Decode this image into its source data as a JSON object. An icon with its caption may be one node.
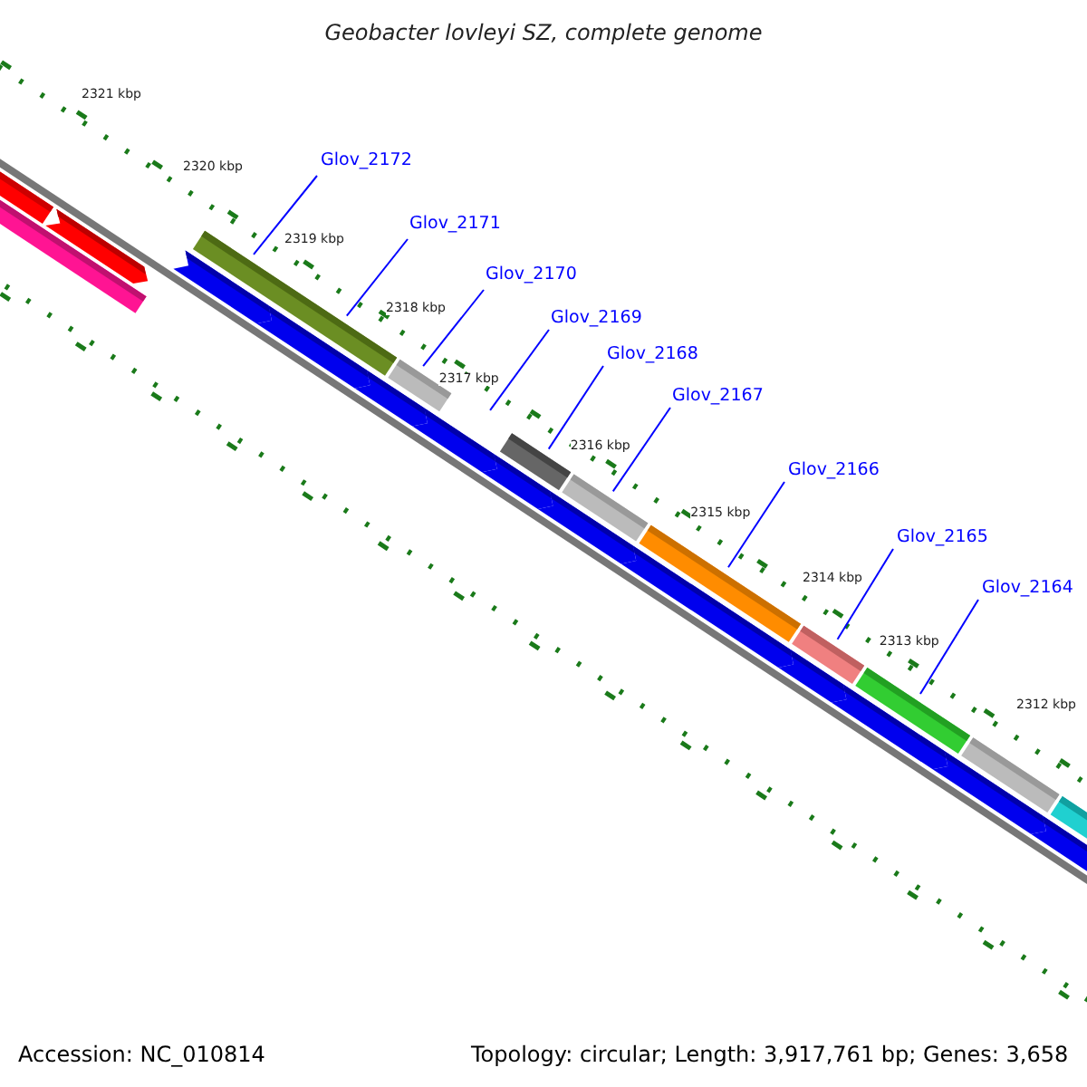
{
  "diagram": {
    "title": "Geobacter lovleyi SZ, complete genome",
    "nodes": [
      {
        "text": [
          "Glov_2172"
        ]
      },
      {
        "text": [
          "Glov_2171"
        ]
      },
      {
        "text": [
          "Glov_2170"
        ]
      },
      {
        "text": [
          "Glov_2169"
        ]
      },
      {
        "text": [
          "Glov_2168"
        ]
      },
      {
        "text": [
          "Glov_2167"
        ]
      },
      {
        "text": [
          "Glov_2166"
        ]
      },
      {
        "text": [
          "Glov_2165"
        ]
      },
      {
        "text": [
          "Glov_2164"
        ]
      }
    ],
    "edges": [
      {
        "from": 0,
        "to": null,
        "arrow": "none"
      },
      {
        "from": 1,
        "to": null,
        "arrow": "none"
      },
      {
        "from": 2,
        "to": null,
        "arrow": "none"
      },
      {
        "from": 3,
        "to": null,
        "arrow": "none"
      },
      {
        "from": 4,
        "to": null,
        "arrow": "none"
      },
      {
        "from": 5,
        "to": null,
        "arrow": "none"
      },
      {
        "from": 6,
        "to": null,
        "arrow": "none"
      },
      {
        "from": 7,
        "to": null,
        "arrow": "none"
      },
      {
        "from": 8,
        "to": null,
        "arrow": "none"
      }
    ],
    "labels": [
      "2321 kbp",
      "2320 kbp",
      "2319 kbp",
      "2318 kbp",
      "2317 kbp",
      "2316 kbp",
      "2315 kbp",
      "2314 kbp",
      "2313 kbp",
      "2312 kbp",
      "Accession: NC_010814",
      "Topology: circular; Length: 3,917,761 bp; Genes: 3,658"
    ]
  }
}
